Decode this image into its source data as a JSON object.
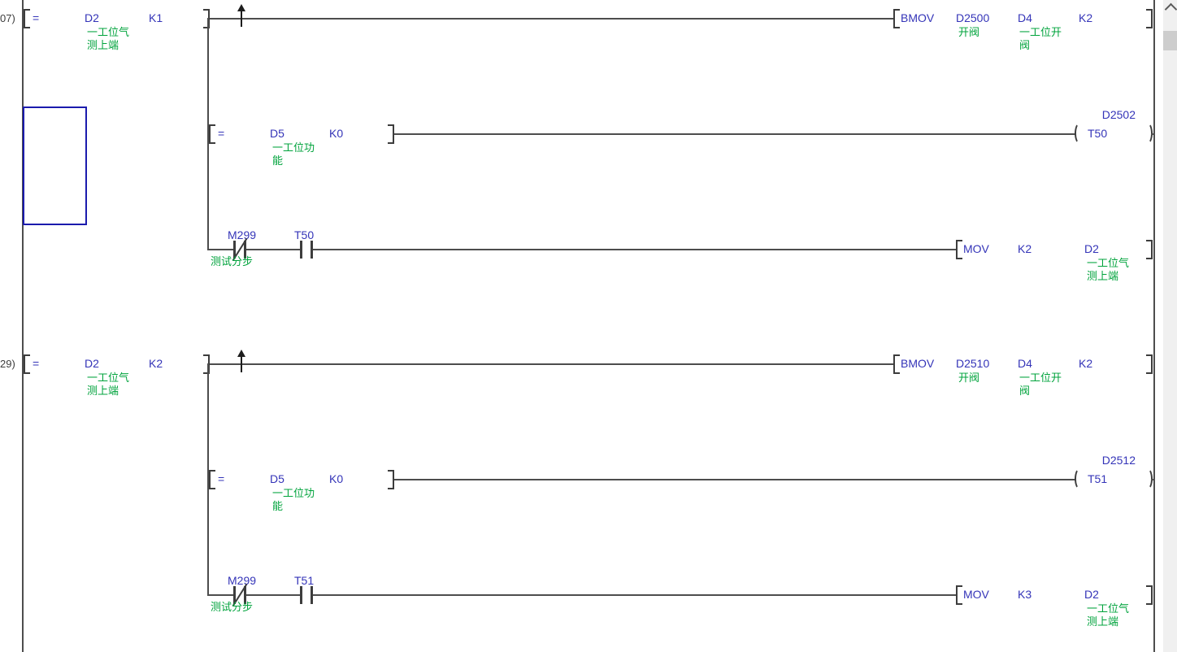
{
  "colors": {
    "device_text": "#3434b8",
    "comment_text": "#00a33c",
    "wire": "#4d4d4d",
    "selection_border": "#1b1bad",
    "scrollbar_track": "#f0f0f0",
    "scrollbar_thumb": "#cdcdcd"
  },
  "icons": {
    "branch_merge": "arrow-up",
    "scrollbar_top": "chevron-up"
  },
  "rungs": [
    {
      "step_label": "07)",
      "main_compare": {
        "op": "=",
        "arg1": "D2",
        "arg2": "K1",
        "arg1_comment_1": "一工位气",
        "arg1_comment_2": "测上端"
      },
      "bmov": {
        "opcode": "BMOV",
        "src": "D2500",
        "dst": "D4",
        "count": "K2",
        "src_comment": "开阀",
        "dst_comment_1": "一工位开",
        "dst_comment_2": "阀"
      },
      "sub_compare": {
        "op": "=",
        "arg1": "D5",
        "arg2": "K0",
        "arg1_comment_1": "一工位功",
        "arg1_comment_2": "能"
      },
      "timer_coil": {
        "preset": "D2502",
        "device": "T50"
      },
      "nc_contact": {
        "device": "M299",
        "comment": "测试分步"
      },
      "no_contact": {
        "device": "T50"
      },
      "mov": {
        "opcode": "MOV",
        "src": "K2",
        "dst": "D2",
        "dst_comment_1": "一工位气",
        "dst_comment_2": "测上端"
      }
    },
    {
      "step_label": "29)",
      "main_compare": {
        "op": "=",
        "arg1": "D2",
        "arg2": "K2",
        "arg1_comment_1": "一工位气",
        "arg1_comment_2": "测上端"
      },
      "bmov": {
        "opcode": "BMOV",
        "src": "D2510",
        "dst": "D4",
        "count": "K2",
        "src_comment": "开阀",
        "dst_comment_1": "一工位开",
        "dst_comment_2": "阀"
      },
      "sub_compare": {
        "op": "=",
        "arg1": "D5",
        "arg2": "K0",
        "arg1_comment_1": "一工位功",
        "arg1_comment_2": "能"
      },
      "timer_coil": {
        "preset": "D2512",
        "device": "T51"
      },
      "nc_contact": {
        "device": "M299",
        "comment": "测试分步"
      },
      "no_contact": {
        "device": "T51"
      },
      "mov": {
        "opcode": "MOV",
        "src": "K3",
        "dst": "D2",
        "dst_comment_1": "一工位气",
        "dst_comment_2": "测上端"
      }
    }
  ]
}
